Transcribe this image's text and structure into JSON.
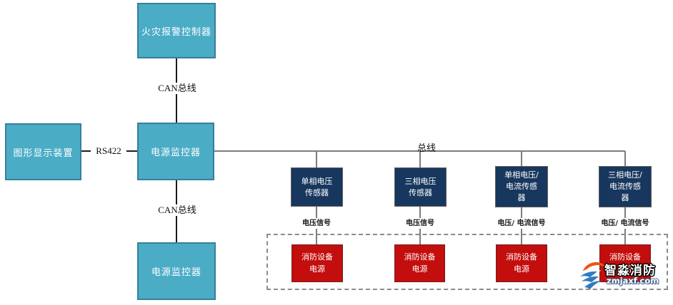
{
  "nodes": {
    "fire_alarm_controller": {
      "label": "火灾报警控制器"
    },
    "graphic_display": {
      "label": "图形显示装置"
    },
    "power_monitor_upper": {
      "label": "电源监控器"
    },
    "power_monitor_lower": {
      "label": "电源监控器"
    },
    "sensors": [
      {
        "label": "单相电压\n传感器",
        "signal": "电压信号"
      },
      {
        "label": "三相电压\n传感器",
        "signal": "电压信号"
      },
      {
        "label": "单相电压/\n电流传感\n器",
        "signal": "电压/ 电流信号"
      },
      {
        "label": "三相电压/\n电流传感\n器",
        "signal": "电压/ 电流信号"
      }
    ],
    "power_supplies": [
      {
        "label": "消防设备\n电源"
      },
      {
        "label": "消防设备\n电源"
      },
      {
        "label": "消防设备\n电源"
      },
      {
        "label": "消防设备\n电源"
      }
    ]
  },
  "edges": {
    "can_bus_top": "CAN总线",
    "can_bus_bottom": "CAN总线",
    "rs422": "RS422",
    "bus": "总线"
  },
  "watermark": {
    "brand": "智淼消防",
    "url": "zmjaxf.com"
  },
  "colors": {
    "teal_fill": "#4BACC6",
    "teal_border": "#35809A",
    "navy_fill": "#17375E",
    "red_fill": "#C40D0D",
    "line_dark": "#1c1c1c",
    "line_gray": "#7d7d7d",
    "dash_gray": "#8c8c8c"
  }
}
